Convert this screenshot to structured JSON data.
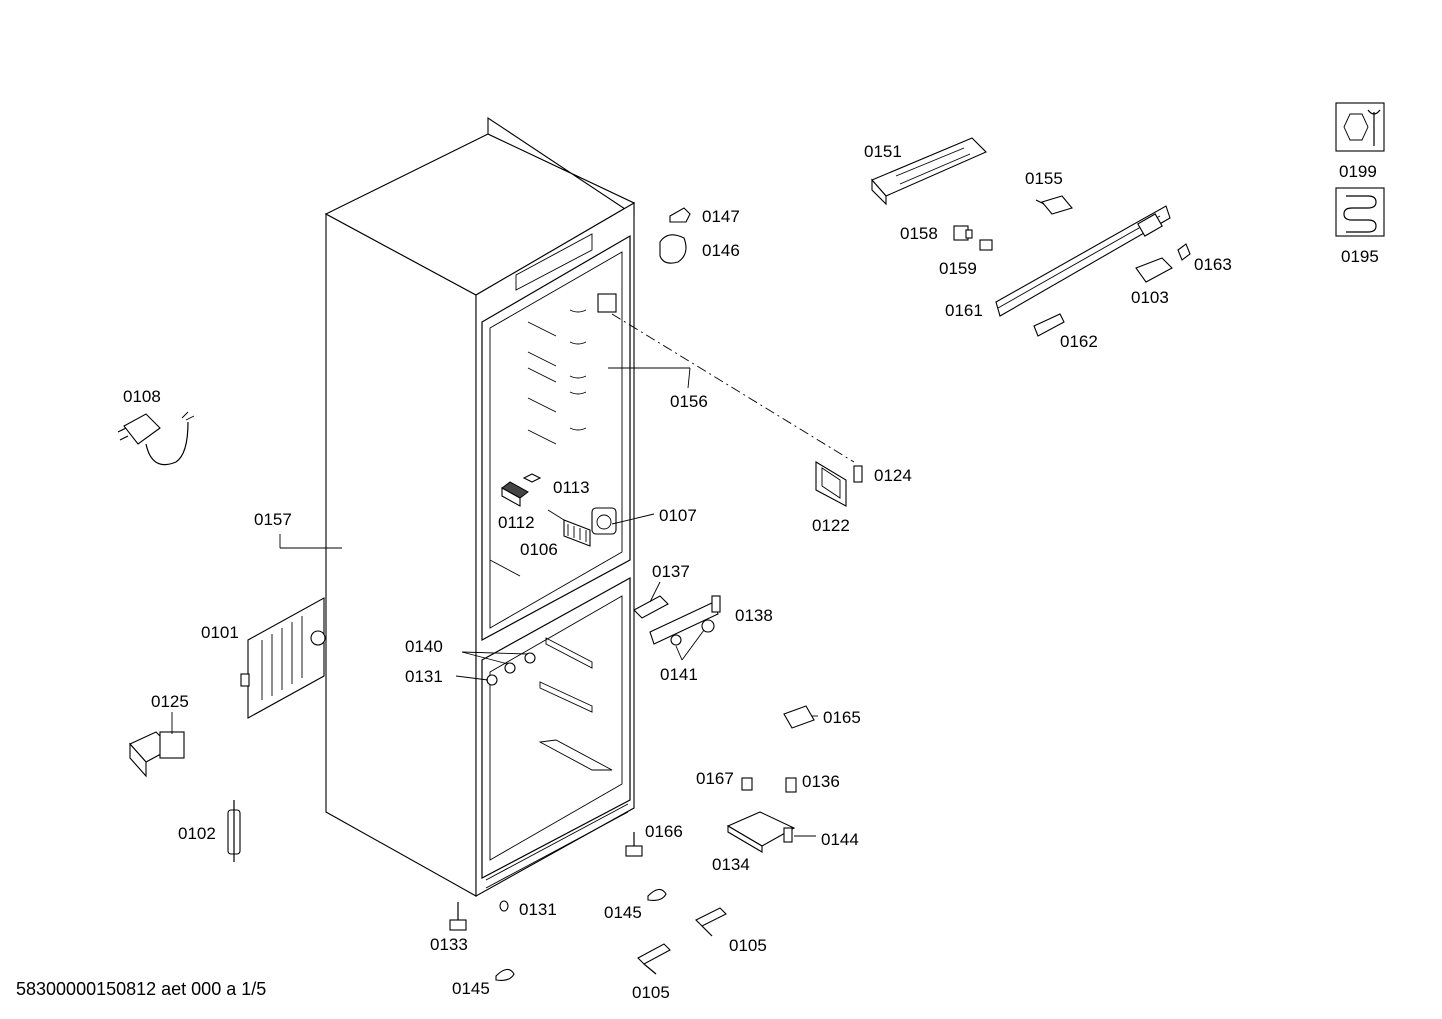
{
  "footer": {
    "code": "58300000150812 aet 000 a 1/5"
  },
  "parts": [
    {
      "key": "p0101",
      "label": "0101"
    },
    {
      "key": "p0102",
      "label": "0102"
    },
    {
      "key": "p0103",
      "label": "0103"
    },
    {
      "key": "p0105a",
      "label": "0105"
    },
    {
      "key": "p0105b",
      "label": "0105"
    },
    {
      "key": "p0106",
      "label": "0106"
    },
    {
      "key": "p0107",
      "label": "0107"
    },
    {
      "key": "p0108",
      "label": "0108"
    },
    {
      "key": "p0112",
      "label": "0112"
    },
    {
      "key": "p0113",
      "label": "0113"
    },
    {
      "key": "p0122",
      "label": "0122"
    },
    {
      "key": "p0124",
      "label": "0124"
    },
    {
      "key": "p0125",
      "label": "0125"
    },
    {
      "key": "p0131a",
      "label": "0131"
    },
    {
      "key": "p0131b",
      "label": "0131"
    },
    {
      "key": "p0133",
      "label": "0133"
    },
    {
      "key": "p0134",
      "label": "0134"
    },
    {
      "key": "p0136",
      "label": "0136"
    },
    {
      "key": "p0137",
      "label": "0137"
    },
    {
      "key": "p0138",
      "label": "0138"
    },
    {
      "key": "p0140",
      "label": "0140"
    },
    {
      "key": "p0141",
      "label": "0141"
    },
    {
      "key": "p0144",
      "label": "0144"
    },
    {
      "key": "p0145a",
      "label": "0145"
    },
    {
      "key": "p0145b",
      "label": "0145"
    },
    {
      "key": "p0146",
      "label": "0146"
    },
    {
      "key": "p0147",
      "label": "0147"
    },
    {
      "key": "p0151",
      "label": "0151"
    },
    {
      "key": "p0155",
      "label": "0155"
    },
    {
      "key": "p0156",
      "label": "0156"
    },
    {
      "key": "p0157",
      "label": "0157"
    },
    {
      "key": "p0158",
      "label": "0158"
    },
    {
      "key": "p0159",
      "label": "0159"
    },
    {
      "key": "p0161",
      "label": "0161"
    },
    {
      "key": "p0162",
      "label": "0162"
    },
    {
      "key": "p0163",
      "label": "0163"
    },
    {
      "key": "p0165",
      "label": "0165"
    },
    {
      "key": "p0166",
      "label": "0166"
    },
    {
      "key": "p0167",
      "label": "0167"
    },
    {
      "key": "p0195",
      "label": "0195"
    },
    {
      "key": "p0199",
      "label": "0199"
    }
  ]
}
